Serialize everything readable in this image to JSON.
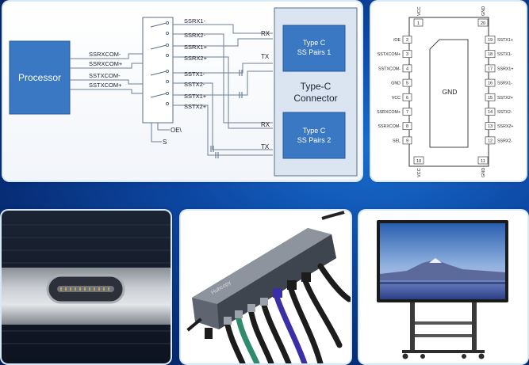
{
  "schematic": {
    "processor_label": "Processor",
    "proc_signals": [
      "SSRXCOM-",
      "SSRXCOM+",
      "SSTXCOM-",
      "SSTXCOM+"
    ],
    "mux_outputs": [
      "SSRX1-",
      "SSRX2-",
      "SSRX1+",
      "SSRX2+",
      "SSTX1-",
      "SSTX2-",
      "SSTX1+",
      "SSTX2+"
    ],
    "oe_label": "OE\\",
    "s_label": "S",
    "connector_label_line1": "Type-C",
    "connector_label_line2": "Connector",
    "pairs1_line1": "Type C",
    "pairs1_line2": "SS Pairs 1",
    "pairs2_line1": "Type C",
    "pairs2_line2": "SS Pairs 2",
    "rx_label": "RX",
    "tx_label": "TX"
  },
  "pinout": {
    "top_left": {
      "num": "1",
      "name": "VCC"
    },
    "top_right": {
      "num": "20",
      "name": "GND"
    },
    "bottom_left": {
      "num": "10",
      "name": "VCC"
    },
    "bottom_right": {
      "num": "11",
      "name": "GND"
    },
    "center_label": "GND",
    "left_pins": [
      {
        "num": "2",
        "name": "/OE"
      },
      {
        "num": "3",
        "name": "SSTXCOM+"
      },
      {
        "num": "4",
        "name": "SSTXCOM-"
      },
      {
        "num": "5",
        "name": "GND"
      },
      {
        "num": "6",
        "name": "VCC"
      },
      {
        "num": "7",
        "name": "SSRXCOM+"
      },
      {
        "num": "8",
        "name": "SSRXCOM-"
      },
      {
        "num": "9",
        "name": "SEL"
      }
    ],
    "right_pins": [
      {
        "num": "19",
        "name": "SSTX1+"
      },
      {
        "num": "18",
        "name": "SSTX1-"
      },
      {
        "num": "17",
        "name": "SSRX1+"
      },
      {
        "num": "16",
        "name": "SSRX1-"
      },
      {
        "num": "15",
        "name": "SSTX2+"
      },
      {
        "num": "14",
        "name": "SSTX2-"
      },
      {
        "num": "13",
        "name": "SSRX2+"
      },
      {
        "num": "12",
        "name": "SSRX2-"
      }
    ]
  },
  "hub_brand": "Hubcopy",
  "colors": {
    "processor_fill": "#3a78c4",
    "pair_fill": "#3a78c4",
    "connector_fill": "#dbe5f2",
    "wire": "#6d7f95"
  }
}
